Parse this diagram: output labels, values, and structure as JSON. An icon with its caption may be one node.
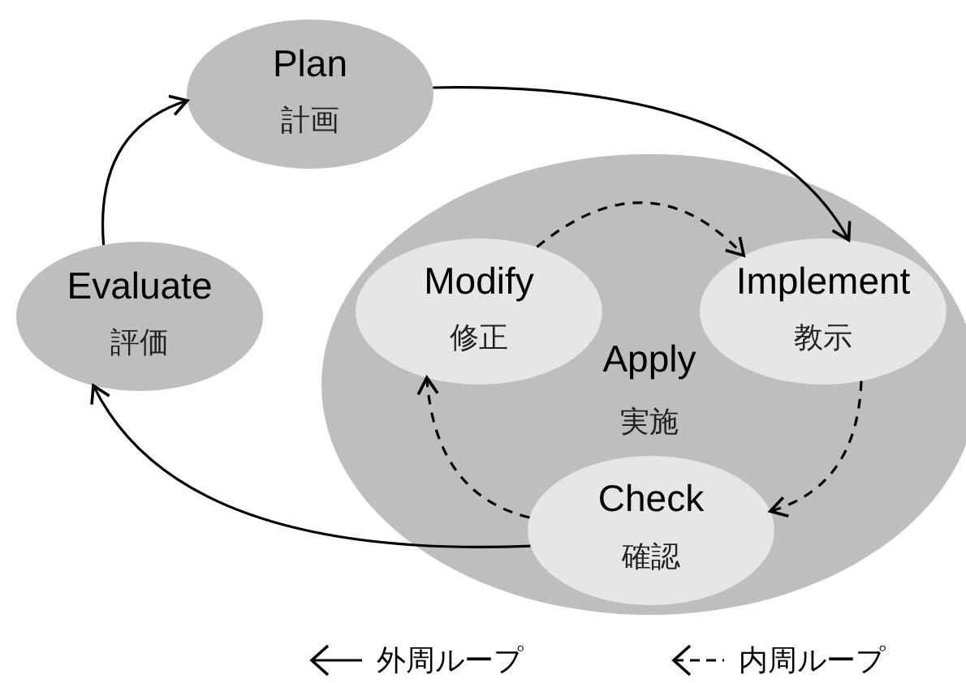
{
  "diagram": {
    "nodes": [
      {
        "text": [
          "Plan",
          "計画"
        ]
      },
      {
        "text": [
          "Evaluate",
          "評価"
        ]
      },
      {
        "text": [
          "Apply",
          "実施"
        ]
      },
      {
        "text": [
          "Modify",
          "修正"
        ],
        "in": 2
      },
      {
        "text": [
          "Implement",
          "教示"
        ],
        "in": 2
      },
      {
        "text": [
          "Check",
          "確認"
        ],
        "in": 2
      }
    ],
    "edges": [
      {
        "from": 0,
        "to": 4,
        "arrow": "to"
      },
      {
        "from": 5,
        "to": 1,
        "arrow": "to"
      },
      {
        "from": 1,
        "to": 0,
        "arrow": "to"
      },
      {
        "from": 3,
        "to": 4,
        "arrow": "to",
        "style": "dashed"
      },
      {
        "from": 4,
        "to": 5,
        "arrow": "to",
        "style": "dashed"
      },
      {
        "from": 5,
        "to": 3,
        "arrow": "to",
        "style": "dashed"
      }
    ],
    "legend": [
      {
        "text": "外周ループ"
      },
      {
        "text": "内周ループ"
      }
    ]
  }
}
